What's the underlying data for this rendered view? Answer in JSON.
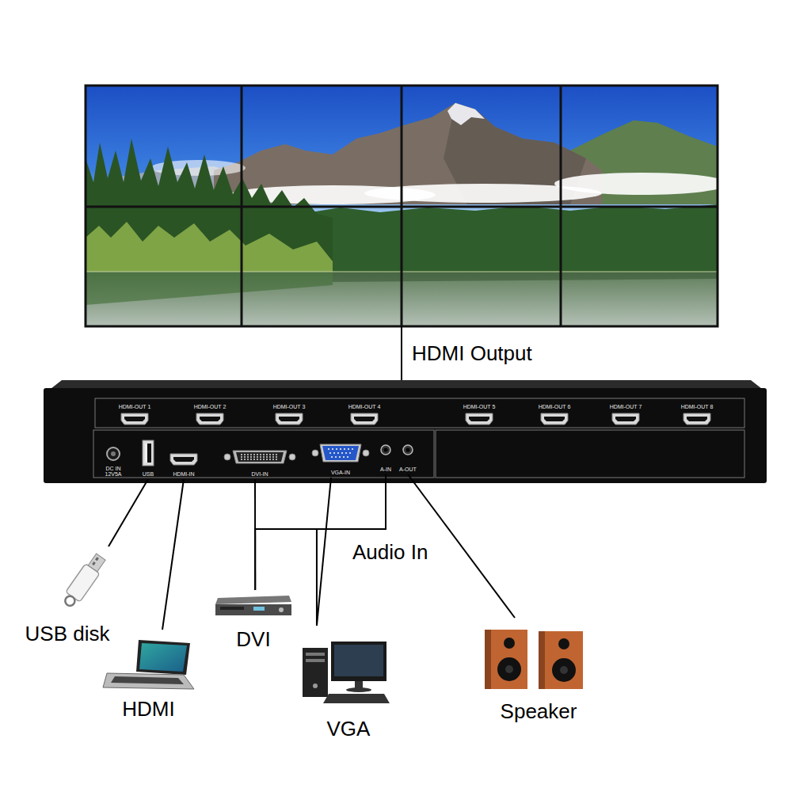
{
  "diagram": {
    "nodes": [
      {
        "text": [
          "HDMI-OUT 1"
        ]
      },
      {
        "text": [
          "HDMI-OUT 2"
        ]
      },
      {
        "text": [
          "HDMI-OUT 3"
        ]
      },
      {
        "text": [
          "HDMI-OUT 4"
        ]
      },
      {
        "text": [
          "HDMI-OUT 5"
        ]
      },
      {
        "text": [
          "HDMI-OUT 6"
        ]
      },
      {
        "text": [
          "HDMI-OUT 7"
        ]
      },
      {
        "text": [
          "HDMI-OUT 8"
        ]
      },
      {
        "text": [
          "DC IN 12V5A"
        ]
      },
      {
        "text": [
          "USB"
        ]
      },
      {
        "text": [
          "HDMI-IN"
        ]
      },
      {
        "text": [
          "DVI-IN"
        ]
      },
      {
        "text": [
          "VGA-IN"
        ]
      },
      {
        "text": [
          "A-IN"
        ]
      },
      {
        "text": [
          "A-OUT"
        ]
      },
      {
        "text": [
          "USB disk"
        ]
      },
      {
        "text": [
          "HDMI"
        ]
      },
      {
        "text": [
          "DVI"
        ]
      },
      {
        "text": [
          "VGA"
        ]
      },
      {
        "text": [
          "Speaker"
        ]
      }
    ],
    "edges": [
      {
        "from": 9,
        "to": 15,
        "arrow": "none"
      },
      {
        "from": 10,
        "to": 16,
        "arrow": "none"
      },
      {
        "from": 11,
        "to": 17,
        "arrow": "none"
      },
      {
        "from": 12,
        "to": 18,
        "arrow": "none"
      },
      {
        "from": 14,
        "to": 19,
        "arrow": "none"
      },
      {
        "from": 13,
        "to": 17,
        "arrow": "none"
      },
      {
        "from": 13,
        "to": 18,
        "arrow": "none"
      }
    ],
    "labels": [
      "HDMI Output",
      "Audio In"
    ]
  }
}
